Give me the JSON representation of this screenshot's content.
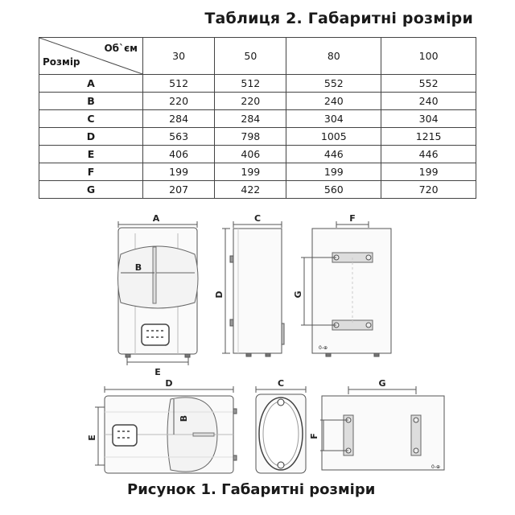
{
  "title": "Таблиця 2. Габаритні розміри",
  "caption": "Рисунок 1. Габаритні розміри",
  "table": {
    "corner_volume_label": "Об`єм",
    "corner_size_label": "Розмір",
    "volumes": [
      "30",
      "50",
      "80",
      "100"
    ],
    "rows": [
      {
        "label": "A",
        "values": [
          "512",
          "512",
          "552",
          "552"
        ]
      },
      {
        "label": "B",
        "values": [
          "220",
          "220",
          "240",
          "240"
        ]
      },
      {
        "label": "C",
        "values": [
          "284",
          "284",
          "304",
          "304"
        ]
      },
      {
        "label": "D",
        "values": [
          "563",
          "798",
          "1005",
          "1215"
        ]
      },
      {
        "label": "E",
        "values": [
          "406",
          "406",
          "446",
          "446"
        ]
      },
      {
        "label": "F",
        "values": [
          "199",
          "199",
          "199",
          "199"
        ]
      },
      {
        "label": "G",
        "values": [
          "207",
          "422",
          "560",
          "720"
        ]
      }
    ]
  },
  "drawing_labels": {
    "vertical_front": {
      "width": "A",
      "panel": "B",
      "legs": "E"
    },
    "vertical_side": {
      "depth": "C",
      "height": "D"
    },
    "vertical_back": {
      "bracket_width": "F",
      "bracket_spacing": "G"
    },
    "horizontal_front": {
      "length": "D",
      "panel": "B",
      "legs": "E"
    },
    "horizontal_end": {
      "depth": "C"
    },
    "horizontal_back": {
      "bracket_spacing": "G",
      "bracket_width": "F"
    }
  }
}
